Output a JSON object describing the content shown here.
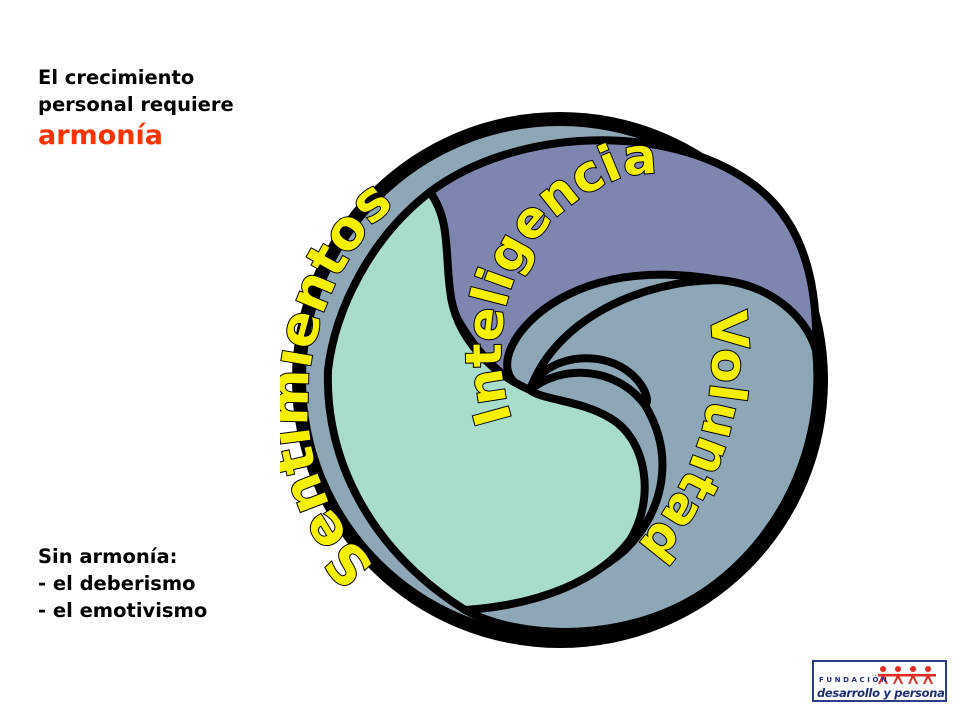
{
  "heading": {
    "line1": "El crecimiento",
    "line2": "personal requiere",
    "accent": "armonía"
  },
  "bottom_text": {
    "title": "Sin armonía:",
    "item1": "- el deberismo",
    "item2": "- el emotivismo"
  },
  "diagram": {
    "labels": {
      "sentimientos": "Sentimientos",
      "inteligencia": "Inteligencia",
      "voluntad": "Voluntad"
    }
  },
  "logo": {
    "top": "FUNDACIÓN",
    "bottom": "desarrollo y persona"
  },
  "colors": {
    "accent": "#ff3300",
    "sentimientos": "#a8dccb",
    "inteligencia": "#7e86b0",
    "voluntad": "#8da7b6",
    "label": "#f5f000",
    "outline": "#000000",
    "logo_red": "#e32b21",
    "logo_blue": "#1e2f7a"
  }
}
